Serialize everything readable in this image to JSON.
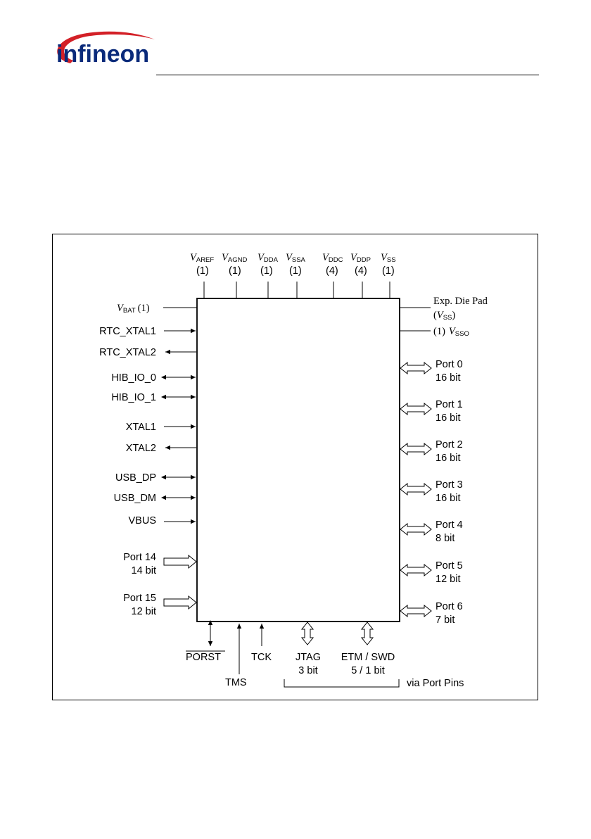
{
  "brand": {
    "logo_text": "infineon",
    "logo_color": "#0a2a7a",
    "swoosh_color": "#d32027"
  },
  "diagram": {
    "top_pins": [
      {
        "sym": "V",
        "sub": "AREF",
        "count": "(1)"
      },
      {
        "sym": "V",
        "sub": "AGND",
        "count": "(1)"
      },
      {
        "sym": "V",
        "sub": "DDA",
        "count": "(1)"
      },
      {
        "sym": "V",
        "sub": "SSA",
        "count": "(1)"
      },
      {
        "sym": "V",
        "sub": "DDC",
        "count": "(4)"
      },
      {
        "sym": "V",
        "sub": "DDP",
        "count": "(4)"
      },
      {
        "sym": "V",
        "sub": "SS",
        "count": "(1)"
      }
    ],
    "vbat": {
      "sym": "V",
      "sub": "BAT",
      "count": "(1)"
    },
    "left_pins": [
      "RTC_XTAL1",
      "RTC_XTAL2",
      "HIB_IO_0",
      "HIB_IO_1",
      "XTAL1",
      "XTAL2",
      "USB_DP",
      "USB_DM",
      "VBUS"
    ],
    "left_ports": [
      {
        "name": "Port 14",
        "width": "14 bit"
      },
      {
        "name": "Port 15",
        "width": "12 bit"
      }
    ],
    "exp_pad": {
      "text": "Exp. Die Pad",
      "sub_sym": "V",
      "sub_sub": "SS"
    },
    "vsso": {
      "count": "(1)",
      "sym": "V",
      "sub": "SSO"
    },
    "right_ports": [
      {
        "name": "Port 0",
        "width": "16 bit"
      },
      {
        "name": "Port 1",
        "width": "16 bit"
      },
      {
        "name": "Port 2",
        "width": "16 bit"
      },
      {
        "name": "Port 3",
        "width": "16 bit"
      },
      {
        "name": "Port 4",
        "width": "8 bit"
      },
      {
        "name": "Port 5",
        "width": "12 bit"
      },
      {
        "name": "Port 6",
        "width": "7 bit"
      }
    ],
    "bottom": {
      "porst": "PORST",
      "tms": "TMS",
      "tck": "TCK",
      "jtag_name": "JTAG",
      "jtag_width": "3 bit",
      "etm_name": "ETM / SWD",
      "etm_width": "5 / 1 bit",
      "via": "via Port Pins"
    }
  }
}
